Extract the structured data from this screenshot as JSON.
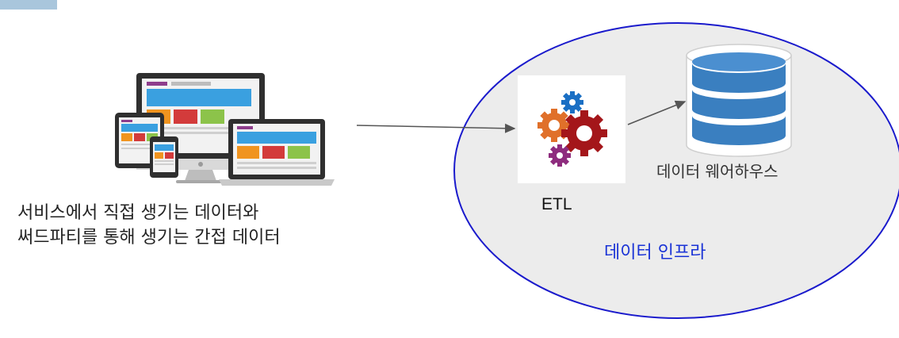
{
  "source": {
    "caption_line1": "서비스에서 직접 생기는 데이터와",
    "caption_line2": "써드파티를 통해 생기는 간접 데이터",
    "icon": "responsive-devices-icon"
  },
  "infra": {
    "label": "데이터 인프라",
    "label_color": "#1a33d6",
    "border_color": "#1a1acc",
    "fill_color": "#ececec"
  },
  "etl": {
    "label": "ETL",
    "icon": "gears-icon",
    "gear_colors": [
      "#1a6fc4",
      "#e0702a",
      "#a4161a",
      "#8e2c7e"
    ]
  },
  "warehouse": {
    "label": "데이터 웨어하우스",
    "icon": "database-icon",
    "color": "#3a7fc0"
  }
}
